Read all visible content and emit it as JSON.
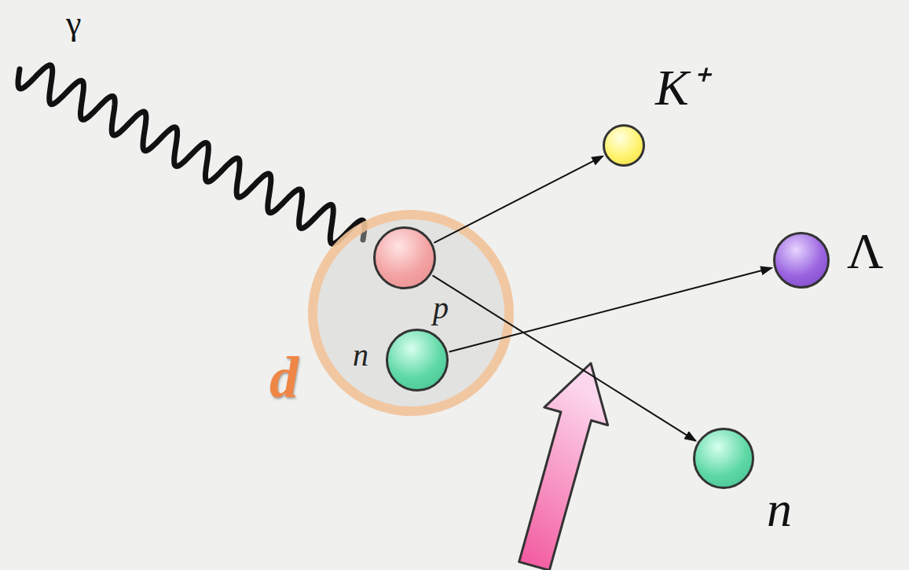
{
  "diagram": {
    "nodes": [
      {
        "text": [
          "d"
        ]
      },
      {
        "text": [
          "p"
        ],
        "in": 0
      },
      {
        "text": [
          "n"
        ],
        "in": 0
      },
      {
        "text": [
          "K⁺"
        ]
      },
      {
        "text": [
          "Λ"
        ]
      },
      {
        "text": [
          "n"
        ]
      }
    ],
    "edges": [
      {
        "from": 1,
        "to": 3,
        "arrow": "to"
      },
      {
        "from": 1,
        "to": 5,
        "arrow": "to"
      },
      {
        "from": 2,
        "to": 4,
        "arrow": "to"
      }
    ],
    "labels": [
      "γ"
    ]
  }
}
